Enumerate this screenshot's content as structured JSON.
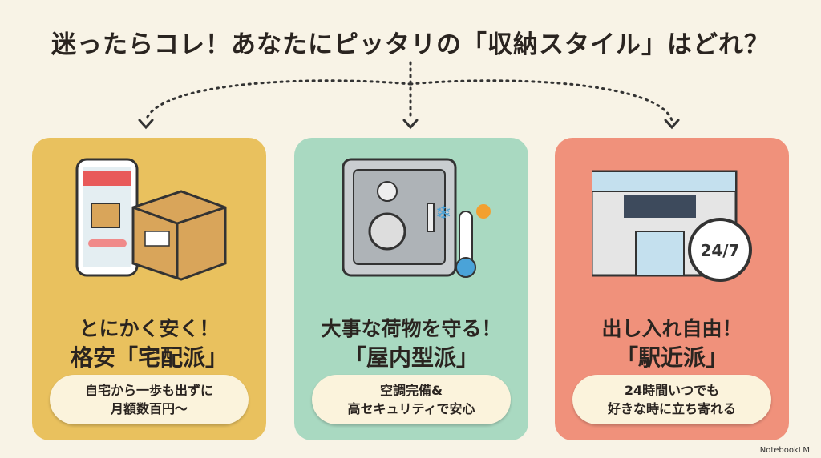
{
  "title": "迷ったらコレ！あなたにピッタリの「収納スタイル」はどれ？",
  "cards": [
    {
      "line1": "とにかく安く！",
      "line2": "格安「宅配派」",
      "desc1": "自宅から一歩も出ずに",
      "desc2": "月額数百円〜",
      "color": "#e9c15e",
      "icon": "smartphone-box-icon"
    },
    {
      "line1": "大事な荷物を守る！",
      "line2": "「屋内型派」",
      "desc1": "空調完備&",
      "desc2": "高セキュリティで安心",
      "color": "#a9d9c1",
      "icon": "safe-thermometer-icon"
    },
    {
      "line1": "出し入れ自由！",
      "line2": "「駅近派」",
      "desc1": "24時間いつでも",
      "desc2": "好きな時に立ち寄れる",
      "color": "#f0917b",
      "icon": "station-clock-icon",
      "clock_label": "24/7"
    }
  ],
  "brand": "NotebookLM"
}
